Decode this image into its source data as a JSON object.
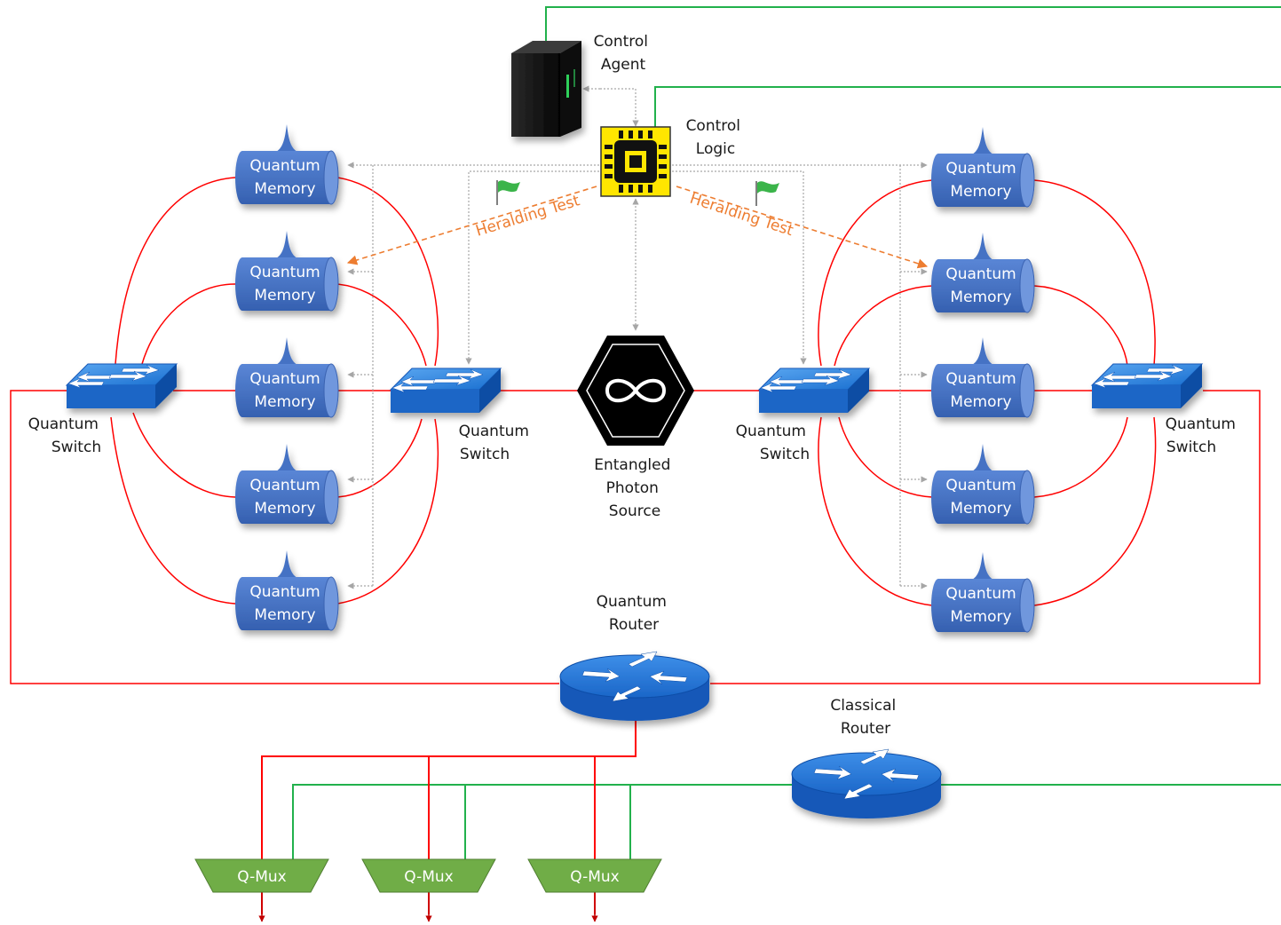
{
  "labels": {
    "control_agent": [
      "Control",
      "Agent"
    ],
    "control_logic": [
      "Control",
      "Logic"
    ],
    "quantum_memory": [
      "Quantum",
      "Memory"
    ],
    "quantum_switch": [
      "Quantum",
      "Switch"
    ],
    "entangled_photon_source": [
      "Entangled",
      "Photon",
      "Source"
    ],
    "quantum_router": [
      "Quantum",
      "Router"
    ],
    "classical_router": [
      "Classical",
      "Router"
    ],
    "heralding_test": "Heralding Test",
    "q_mux": "Q-Mux"
  },
  "colors": {
    "quantum_link": "#ff0000",
    "classical_link": "#22b14c",
    "control_link": "#a6a6a6",
    "heralding": "#ed7d31",
    "memory": "#4472c4",
    "switch": "#2e74d6",
    "router": "#1f6fd1",
    "chip": "#ffe600",
    "mux": "#70ad47",
    "source": "#000000",
    "flag": "#3bb44a"
  },
  "icons": {
    "control_agent": "server-icon",
    "control_logic": "chip-icon",
    "entangled_photon_source": "infinity-icon",
    "heralding_flag": "flag-icon"
  }
}
